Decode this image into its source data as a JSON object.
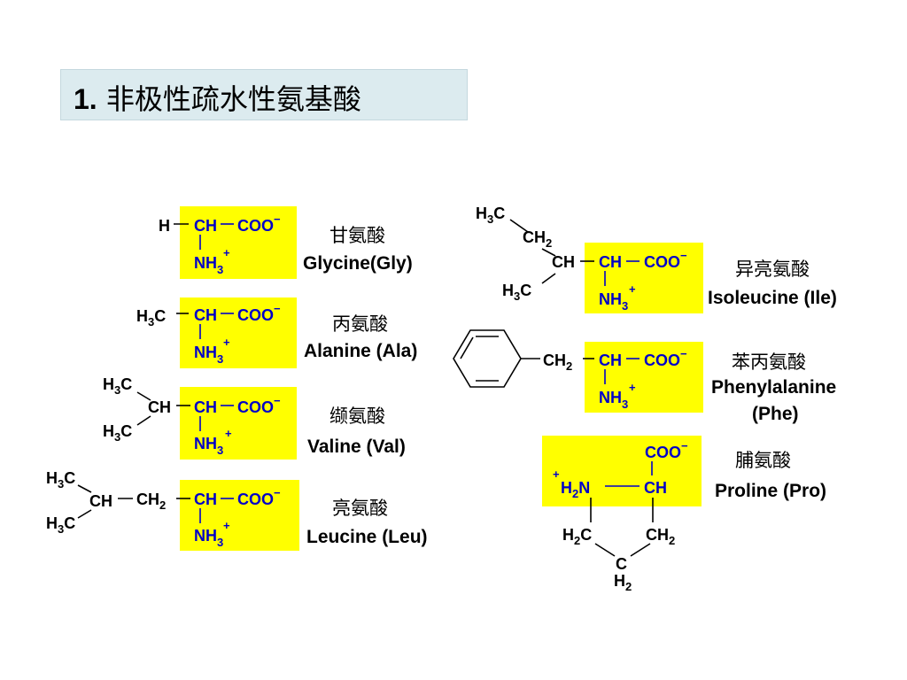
{
  "header": {
    "number": "1.",
    "title": "非极性疏水性氨基酸"
  },
  "groups": {
    "ch": "CH",
    "coo": "COO",
    "charge_minus": "−",
    "charge_plus": "+",
    "nh": "NH",
    "n3": "3",
    "n2": "2",
    "h": "H",
    "c": "C",
    "cn": "N",
    "h3": "H",
    "ch2": "CH",
    "h2": "H"
  },
  "amino_acids": [
    {
      "cn": "甘氨酸",
      "en": "Glycine(Gly)"
    },
    {
      "cn": "丙氨酸",
      "en": "Alanine (Ala)"
    },
    {
      "cn": "缬氨酸",
      "en": "Valine (Val)"
    },
    {
      "cn": "亮氨酸",
      "en": "Leucine (Leu)"
    },
    {
      "cn": "异亮氨酸",
      "en": "Isoleucine (Ile)"
    },
    {
      "cn": "苯丙氨酸",
      "en": "Phenylalanine",
      "en2": "(Phe)"
    },
    {
      "cn": "脯氨酸",
      "en": "Proline (Pro)"
    }
  ],
  "colors": {
    "highlight": "#ffff00",
    "group_text": "#0000c8",
    "title_bg": "#dcebef"
  }
}
